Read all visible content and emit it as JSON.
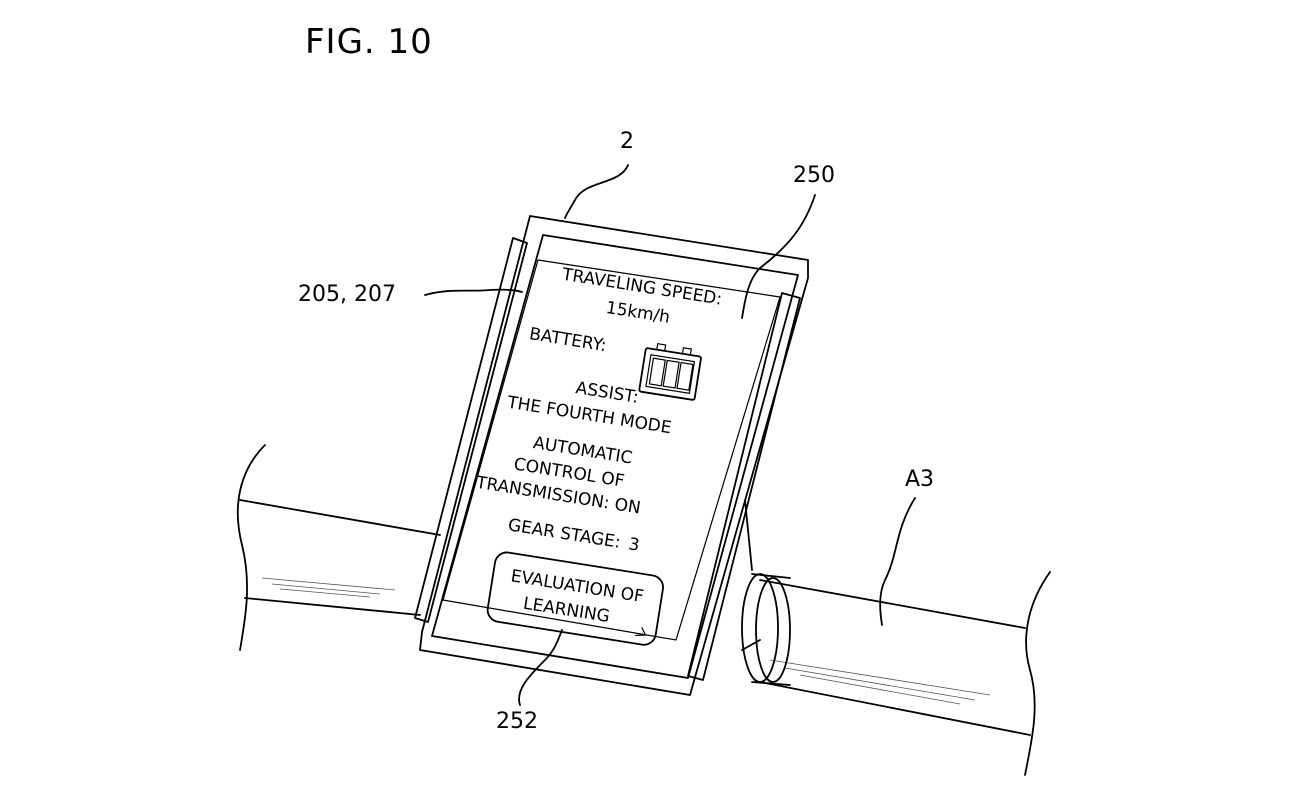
{
  "figure_title": "FIG. 10",
  "reference_labels": {
    "device": "2",
    "display": "250",
    "sensors": "205, 207",
    "handlebar": "A3",
    "button": "252"
  },
  "screen": {
    "traveling_speed_label": "TRAVELING SPEED:",
    "traveling_speed_value": "15km/h",
    "battery_label": "BATTERY:",
    "battery_level_segments": 3,
    "assist_label": "ASSIST:",
    "assist_value": "THE FOURTH MODE",
    "auto_line1": "AUTOMATIC",
    "auto_line2": "CONTROL OF",
    "auto_line3": "TRANSMISSION: ON",
    "gear_stage_label": "GEAR STAGE:",
    "gear_stage_value": "3",
    "evaluation_button_line1": "EVALUATION OF",
    "evaluation_button_line2": "LEARNING"
  }
}
